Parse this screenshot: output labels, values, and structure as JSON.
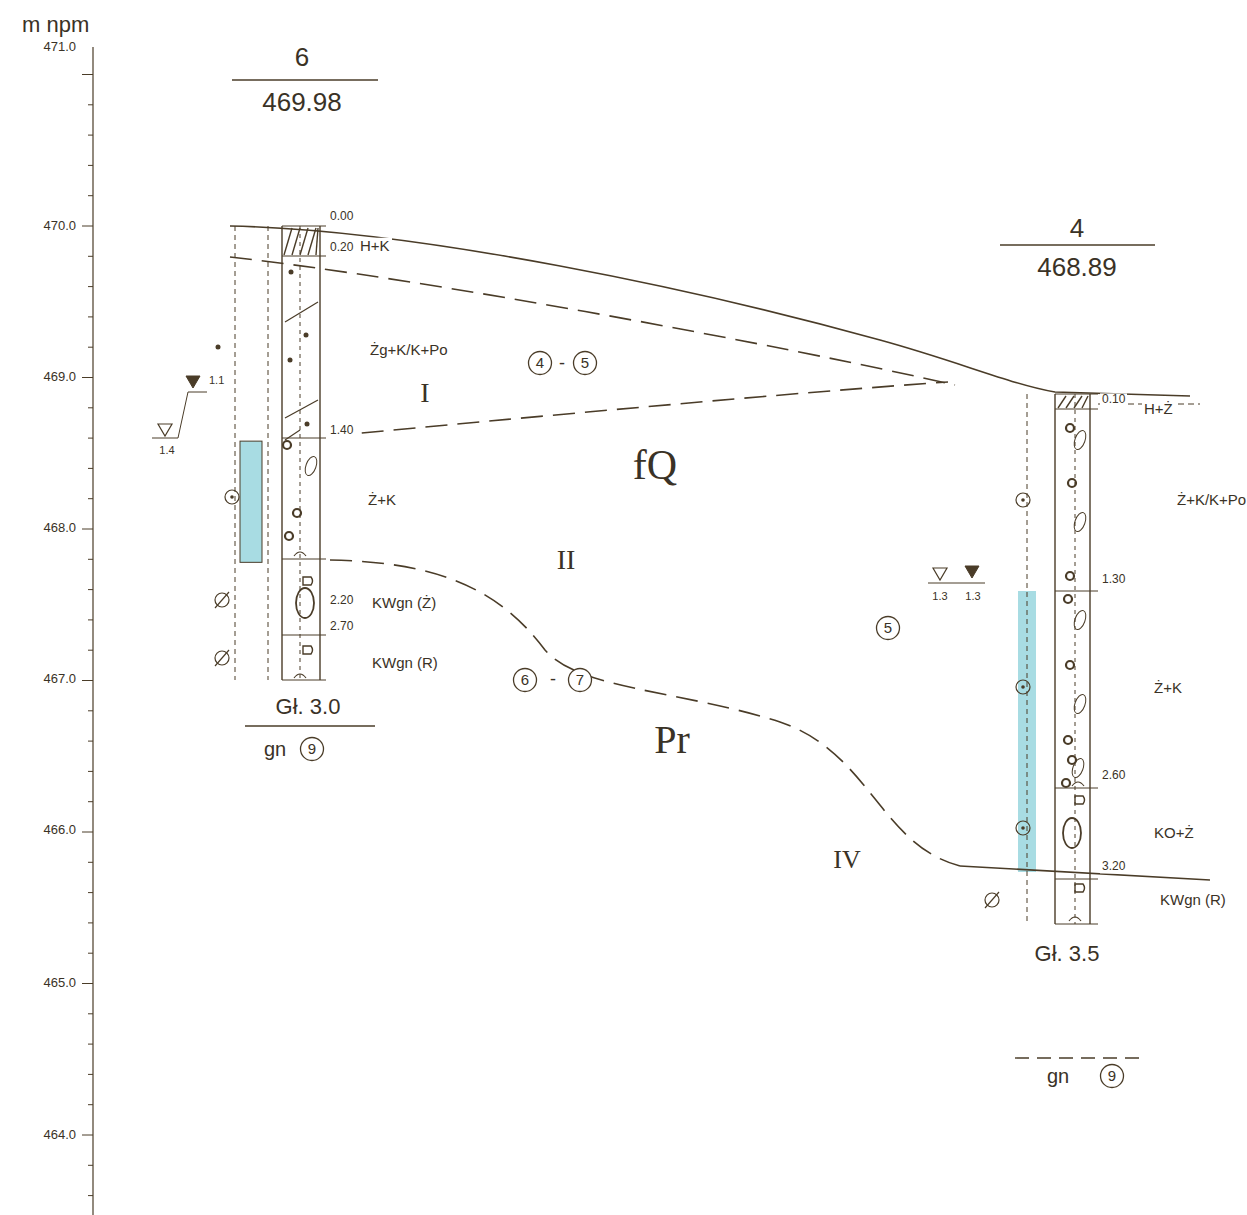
{
  "diagram": {
    "nodes": [
      {
        "text": [
          "4"
        ]
      },
      {
        "text": [
          "5"
        ]
      },
      {
        "text": [
          "6"
        ]
      },
      {
        "text": [
          "7"
        ]
      },
      {
        "text": [
          "9"
        ]
      },
      {
        "text": [
          "5"
        ]
      },
      {
        "text": [
          "9"
        ]
      }
    ],
    "labels": [
      "m npm",
      "471.0",
      "470.0",
      "469.0",
      "468.0",
      "467.0",
      "466.0",
      "465.0",
      "464.0",
      "6",
      "469.98",
      "0.00",
      "0.20",
      "H+K",
      "Żg+K/K+Po",
      "1.40",
      "Ż+K",
      "2.20",
      "KWgn (Ż)",
      "2.70",
      "KWgn (R)",
      "Gł. 3.0",
      "gn",
      "1.1",
      "1.4",
      "I",
      "-",
      "fQ",
      "II",
      "-",
      "Pr",
      "IV",
      "4",
      "468.89",
      "0.10",
      "H+Ż",
      "Ż+K/K+Po",
      "1.3",
      "1.3",
      "1.30",
      "Ż+K",
      "2.60",
      "KO+Ż",
      "3.20",
      "KWgn (R)",
      "Gł. 3.5",
      "gn"
    ]
  }
}
